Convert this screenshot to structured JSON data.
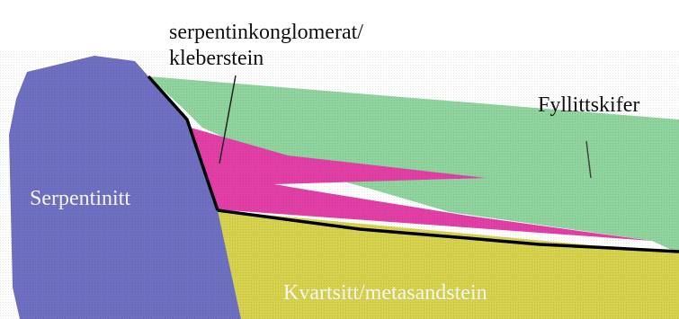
{
  "labels": {
    "conglomerate_line1": "serpentinkonglomerat/",
    "conglomerate_line2": "kleberstein",
    "phyllite": "Fyllittskifer",
    "serpentinite": "Serpentinitt",
    "quartzite": "Kvartsitt/metasandstein"
  },
  "colors": {
    "serpentinite": "#6f6fc2",
    "phyllite": "#8fd49e",
    "conglomerate": "#e23fa6",
    "quartzite": "#d6d24e",
    "contact_line": "#000000",
    "background": "#ffffff"
  }
}
